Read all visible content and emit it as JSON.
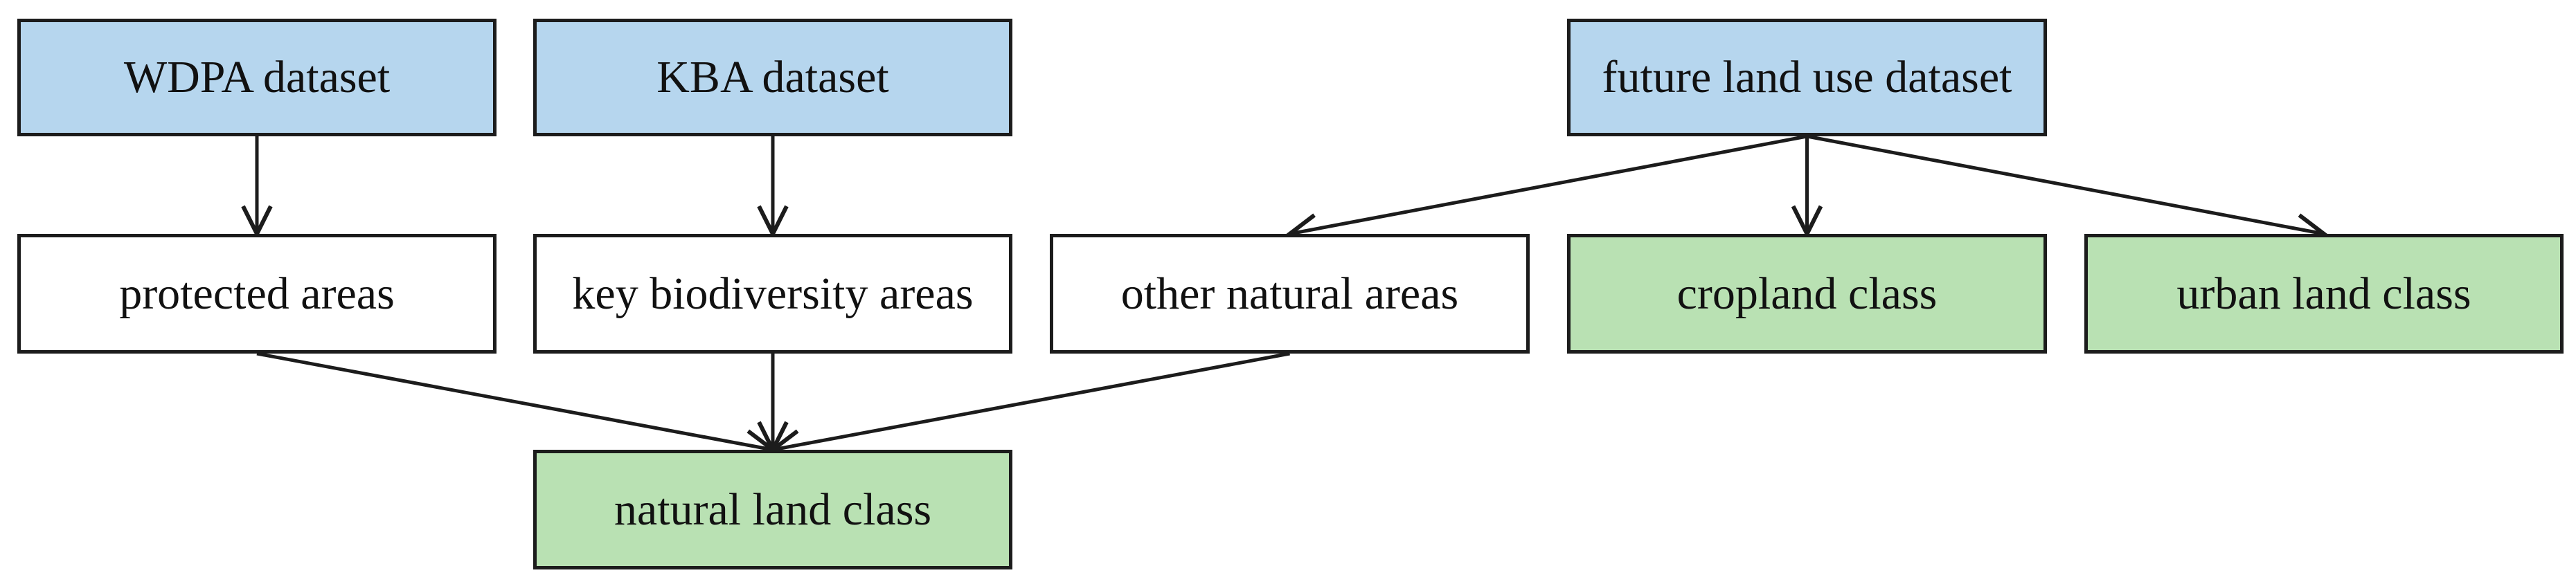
{
  "colors": {
    "dataset_fill": "#b6d6ee",
    "class_fill": "#b9e1b3",
    "area_fill": "#ffffff",
    "line": "#1c1c1c"
  },
  "nodes": {
    "wdpa": {
      "label": "WDPA dataset",
      "kind": "dataset"
    },
    "kba": {
      "label": "KBA dataset",
      "kind": "dataset"
    },
    "future": {
      "label": "future land use dataset",
      "kind": "dataset"
    },
    "protected": {
      "label": "protected areas",
      "kind": "area"
    },
    "key": {
      "label": "key biodiversity areas",
      "kind": "area"
    },
    "other": {
      "label": "other natural areas",
      "kind": "area"
    },
    "cropland": {
      "label": "cropland class",
      "kind": "class"
    },
    "urban": {
      "label": "urban land class",
      "kind": "class"
    },
    "natural": {
      "label": "natural land class",
      "kind": "class"
    }
  },
  "edges": [
    {
      "from": "wdpa",
      "to": "protected"
    },
    {
      "from": "kba",
      "to": "key"
    },
    {
      "from": "future",
      "to": "other"
    },
    {
      "from": "future",
      "to": "cropland"
    },
    {
      "from": "future",
      "to": "urban"
    },
    {
      "from": "protected",
      "to": "natural"
    },
    {
      "from": "key",
      "to": "natural"
    },
    {
      "from": "other",
      "to": "natural"
    }
  ]
}
